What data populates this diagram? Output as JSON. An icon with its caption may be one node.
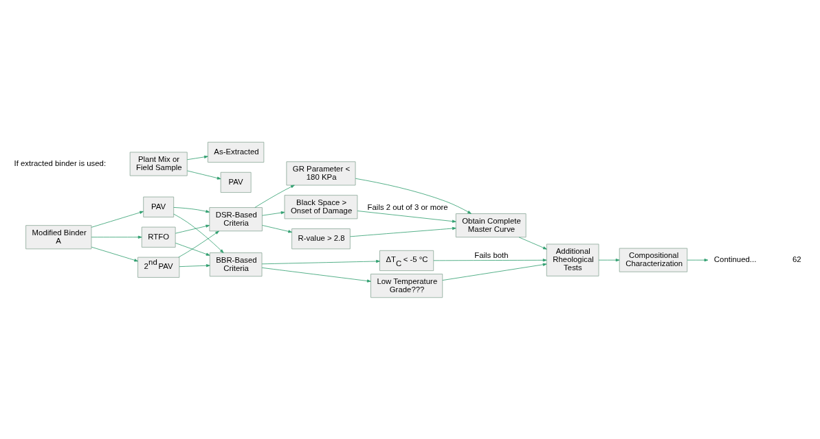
{
  "diagram": {
    "nodes": [
      {
        "text": [
          "Modified Binder A"
        ]
      },
      {
        "text": [
          "RTFO"
        ]
      },
      {
        "text": [
          "PAV"
        ]
      },
      {
        "text": [
          "2$^{nd}$ PAV"
        ]
      },
      {
        "text": [
          "DSR-Based Criteria"
        ]
      },
      {
        "text": [
          "BBR-Based Criteria"
        ]
      },
      {
        "text": [
          "GR Parameter < 180 KPa"
        ]
      },
      {
        "text": [
          "Black Space > Onset of Damage"
        ]
      },
      {
        "text": [
          "R-value > 2.8"
        ]
      },
      {
        "text": [
          "ΔT$_{C}$ < -5 °C"
        ]
      },
      {
        "text": [
          "Low Temperature Grade???"
        ]
      },
      {
        "text": [
          "Obtain Complete Master Curve"
        ]
      },
      {
        "text": [
          "Additional Rheological Tests"
        ]
      },
      {
        "text": [
          "Compositional Characterization"
        ]
      },
      {
        "text": [
          "Continued..."
        ]
      },
      {
        "text": [
          "Plant Mix or Field Sample"
        ]
      },
      {
        "text": [
          "As-Extracted"
        ]
      },
      {
        "text": [
          "PAV"
        ]
      }
    ],
    "edges": [
      {
        "from": 0,
        "to": 1,
        "arrow": "to"
      },
      {
        "from": 0,
        "to": 2,
        "arrow": "to"
      },
      {
        "from": 0,
        "to": 3,
        "arrow": "to"
      },
      {
        "from": 1,
        "to": 4,
        "arrow": "to"
      },
      {
        "from": 1,
        "to": 5,
        "arrow": "to"
      },
      {
        "from": 2,
        "to": 4,
        "arrow": "to"
      },
      {
        "from": 2,
        "to": 5,
        "arrow": "to"
      },
      {
        "from": 3,
        "to": 4,
        "arrow": "to"
      },
      {
        "from": 3,
        "to": 5,
        "arrow": "to"
      },
      {
        "from": 4,
        "to": 6,
        "arrow": "to"
      },
      {
        "from": 4,
        "to": 7,
        "arrow": "to"
      },
      {
        "from": 4,
        "to": 8,
        "arrow": "to"
      },
      {
        "from": 5,
        "to": 9,
        "arrow": "to"
      },
      {
        "from": 5,
        "to": 10,
        "arrow": "to"
      },
      {
        "from": 6,
        "to": 11,
        "arrow": "to"
      },
      {
        "from": 7,
        "to": 11,
        "arrow": "to",
        "label": "Fails 2 out of 3 or more"
      },
      {
        "from": 8,
        "to": 11,
        "arrow": "to"
      },
      {
        "from": 9,
        "to": 12,
        "arrow": "to",
        "label": "Fails both"
      },
      {
        "from": 10,
        "to": 12,
        "arrow": "to"
      },
      {
        "from": 11,
        "to": 12,
        "arrow": "to"
      },
      {
        "from": 12,
        "to": 13,
        "arrow": "to"
      },
      {
        "from": 13,
        "to": 14,
        "arrow": "to"
      },
      {
        "from": 15,
        "to": 16,
        "arrow": "to"
      },
      {
        "from": 15,
        "to": 17,
        "arrow": "to"
      }
    ],
    "labels": [
      "If extracted binder is used:",
      "62"
    ]
  }
}
